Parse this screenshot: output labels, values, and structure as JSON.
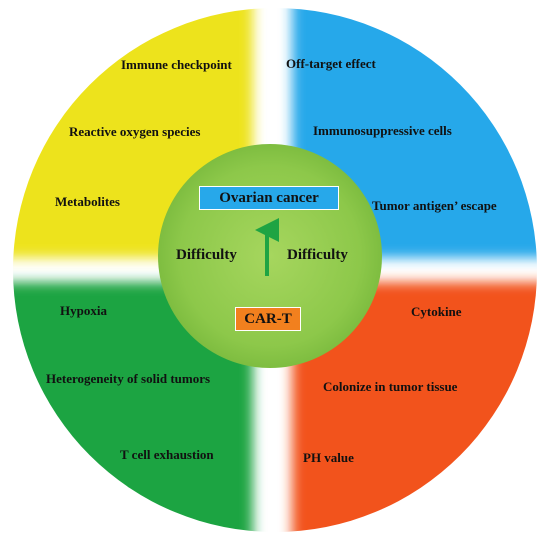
{
  "colors": {
    "top_left": "#ede31c",
    "top_right": "#27a8ea",
    "bottom_left": "#1fa443",
    "bottom_right": "#f2531a",
    "center": "#8dc84a",
    "ovarian_badge": "#27a8ea",
    "cart_badge": "#f2801e",
    "arrow": "#1fa443"
  },
  "quadrants": {
    "top_left": [
      "Immune checkpoint",
      "Reactive oxygen species",
      "Metabolites"
    ],
    "top_right": [
      "Off-target effect",
      "Immunosuppressive cells",
      "Tumor antigen’ escape"
    ],
    "bottom_left": [
      "Hypoxia",
      "Heterogeneity of solid tumors",
      "T cell exhaustion"
    ],
    "bottom_right": [
      "Cytokine",
      "Colonize in tumor tissue",
      "PH value"
    ]
  },
  "center": {
    "top_badge": "Ovarian cancer",
    "bottom_badge": "CAR-T",
    "left_label": "Difficulty",
    "right_label": "Difficulty"
  }
}
